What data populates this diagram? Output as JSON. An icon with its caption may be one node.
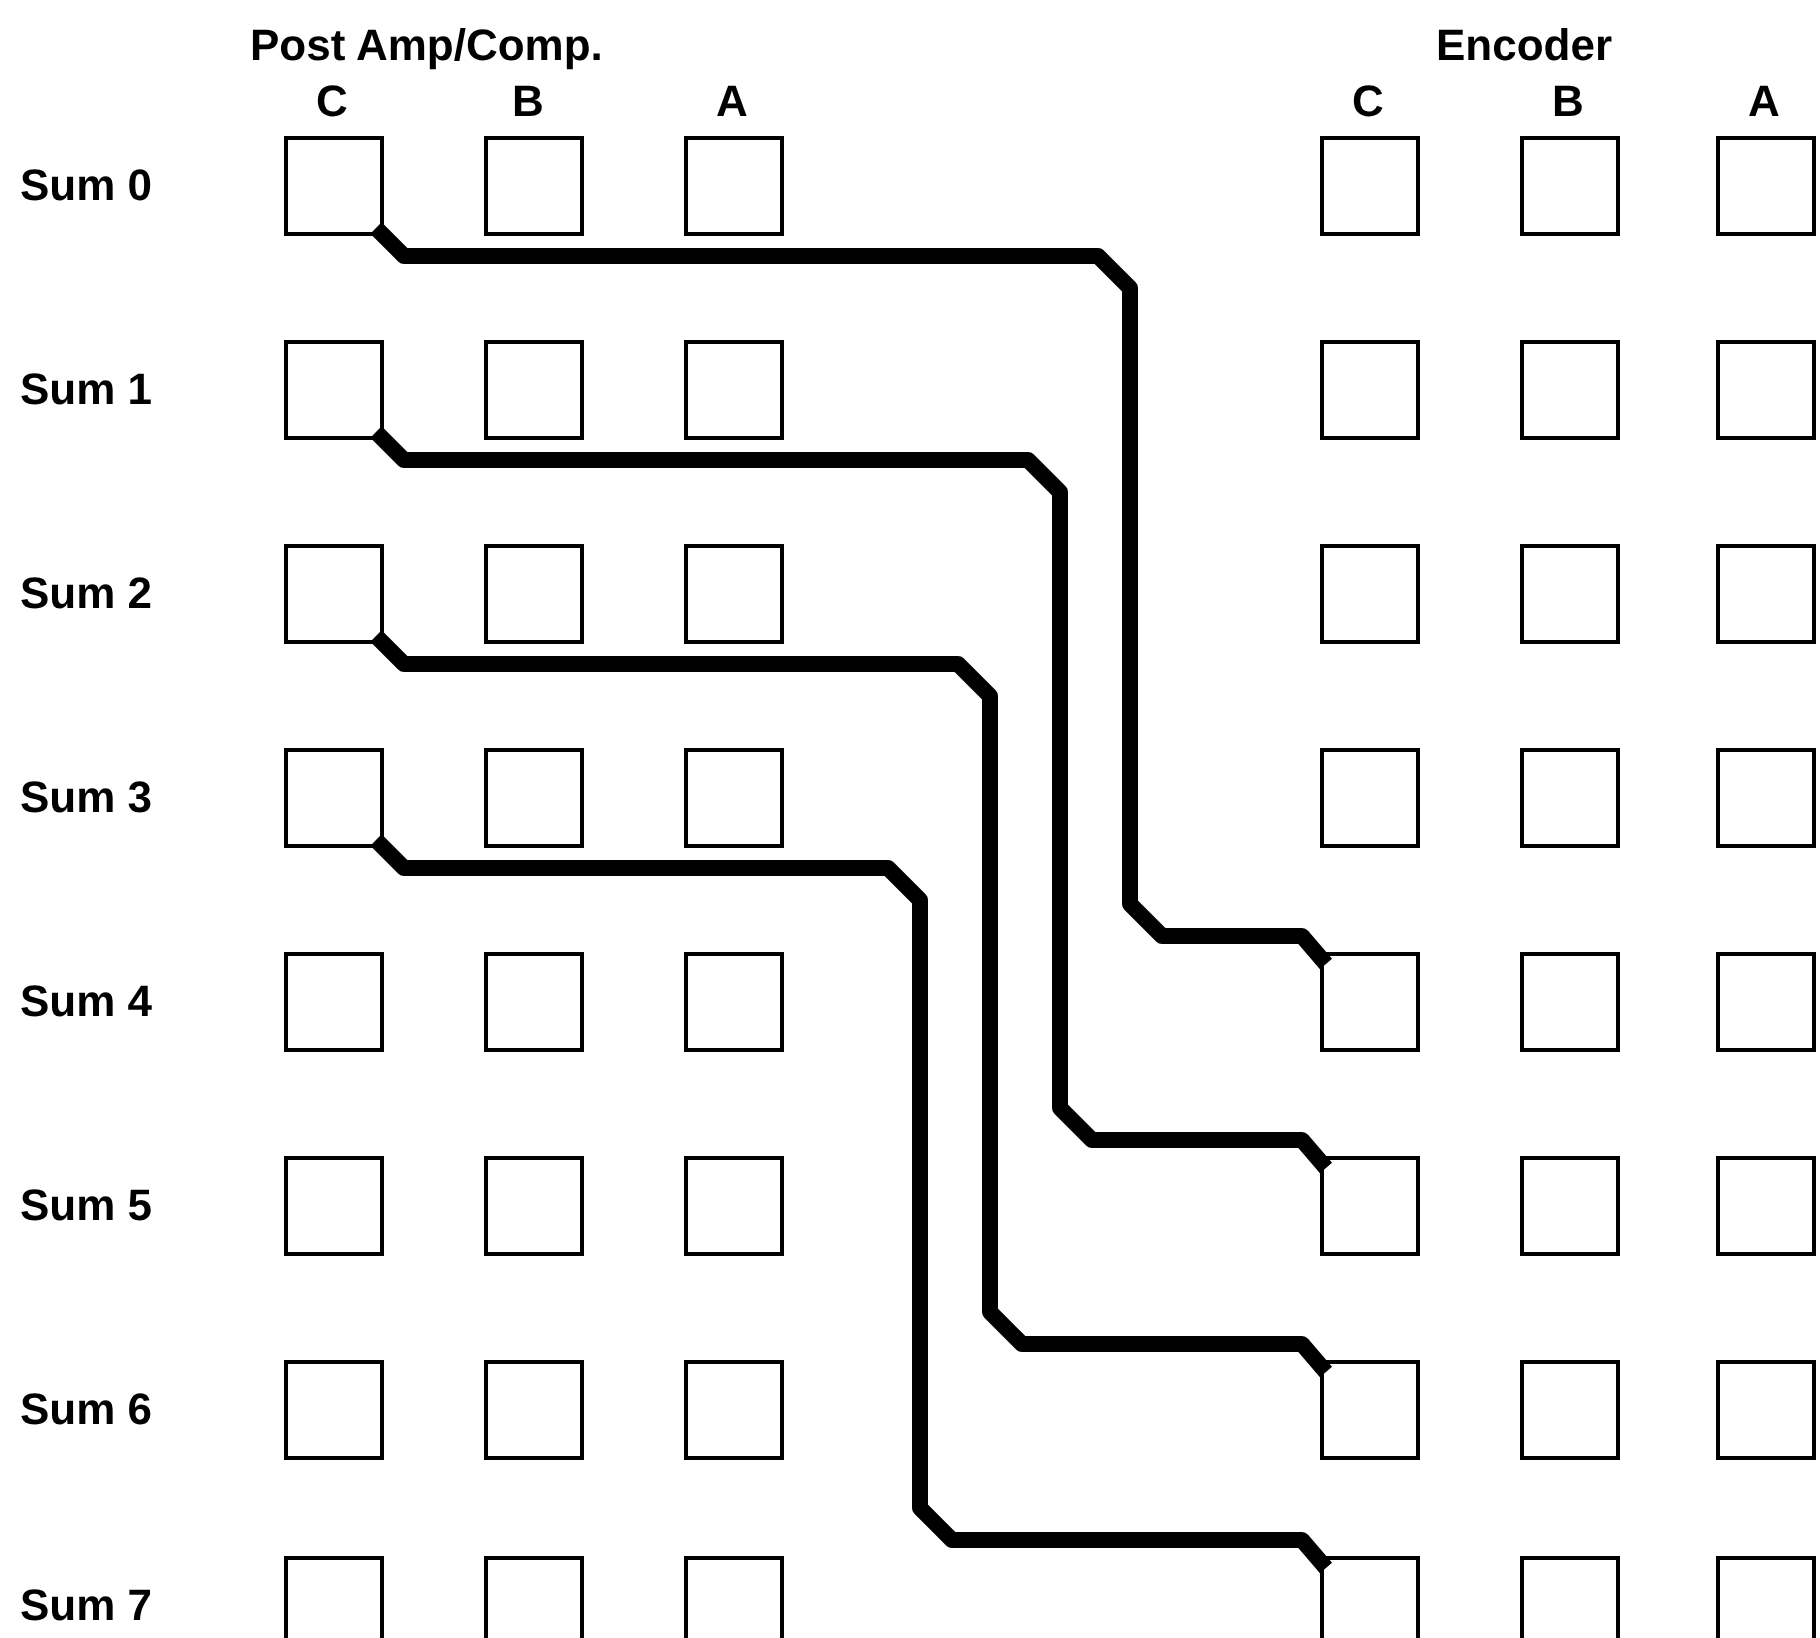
{
  "diagram": {
    "nodes": [
      {
        "text": [],
        "shape": "box"
      },
      {
        "text": [],
        "shape": "box"
      },
      {
        "text": [],
        "shape": "box"
      },
      {
        "text": [],
        "shape": "box"
      },
      {
        "text": [],
        "shape": "box"
      },
      {
        "text": [],
        "shape": "box"
      },
      {
        "text": [],
        "shape": "box"
      },
      {
        "text": [],
        "shape": "box"
      },
      {
        "text": [],
        "shape": "box"
      },
      {
        "text": [],
        "shape": "box"
      },
      {
        "text": [],
        "shape": "box"
      },
      {
        "text": [],
        "shape": "box"
      },
      {
        "text": [],
        "shape": "box"
      },
      {
        "text": [],
        "shape": "box"
      },
      {
        "text": [],
        "shape": "box"
      },
      {
        "text": [],
        "shape": "box"
      },
      {
        "text": [],
        "shape": "box"
      },
      {
        "text": [],
        "shape": "box"
      },
      {
        "text": [],
        "shape": "box"
      },
      {
        "text": [],
        "shape": "box"
      },
      {
        "text": [],
        "shape": "box"
      },
      {
        "text": [],
        "shape": "box"
      },
      {
        "text": [],
        "shape": "box"
      },
      {
        "text": [],
        "shape": "box"
      },
      {
        "text": [],
        "shape": "box"
      },
      {
        "text": [],
        "shape": "box"
      },
      {
        "text": [],
        "shape": "box"
      },
      {
        "text": [],
        "shape": "box"
      },
      {
        "text": [],
        "shape": "box"
      },
      {
        "text": [],
        "shape": "box"
      },
      {
        "text": [],
        "shape": "box"
      },
      {
        "text": [],
        "shape": "box"
      },
      {
        "text": [],
        "shape": "box"
      },
      {
        "text": [],
        "shape": "box"
      },
      {
        "text": [],
        "shape": "box"
      },
      {
        "text": [],
        "shape": "box"
      },
      {
        "text": [],
        "shape": "box"
      },
      {
        "text": [],
        "shape": "box"
      },
      {
        "text": [],
        "shape": "box"
      },
      {
        "text": [],
        "shape": "box"
      },
      {
        "text": [],
        "shape": "box"
      },
      {
        "text": [],
        "shape": "box"
      },
      {
        "text": [],
        "shape": "box"
      },
      {
        "text": [],
        "shape": "box"
      },
      {
        "text": [],
        "shape": "box"
      },
      {
        "text": [],
        "shape": "box"
      },
      {
        "text": [],
        "shape": "box"
      },
      {
        "text": [],
        "shape": "box"
      }
    ],
    "edges": [
      {
        "from": 0,
        "to": 27,
        "arrow": "none"
      },
      {
        "from": 6,
        "to": 33,
        "arrow": "none"
      },
      {
        "from": 12,
        "to": 39,
        "arrow": "none"
      },
      {
        "from": 18,
        "to": 45,
        "arrow": "none"
      }
    ],
    "labels": [
      "Post Amp/Comp.",
      "Encoder",
      "C",
      "B",
      "A",
      "C",
      "B",
      "A",
      "Sum 0",
      "Sum 1",
      "Sum 2",
      "Sum 3",
      "Sum 4",
      "Sum 5",
      "Sum 6",
      "Sum 7"
    ]
  }
}
